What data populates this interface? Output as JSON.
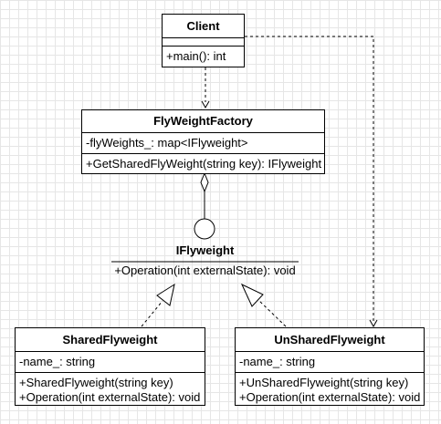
{
  "diagram": {
    "client": {
      "name": "Client",
      "operations": [
        "+main(): int"
      ]
    },
    "factory": {
      "name": "FlyWeightFactory",
      "attributes": [
        "-flyWeights_: map<IFlyweight>"
      ],
      "operations": [
        "+GetSharedFlyWeight(string key): IFlyweight"
      ]
    },
    "interface": {
      "name": "IFlyweight",
      "operations": [
        "+Operation(int externalState): void"
      ]
    },
    "shared": {
      "name": "SharedFlyweight",
      "attributes": [
        "-name_: string"
      ],
      "operations": [
        "+SharedFlyweight(string key)",
        "+Operation(int externalState): void"
      ]
    },
    "unshared": {
      "name": "UnSharedFlyweight",
      "attributes": [
        "-name_: string"
      ],
      "operations": [
        "+UnSharedFlyweight(string key)",
        "+Operation(int externalState): void"
      ]
    }
  }
}
